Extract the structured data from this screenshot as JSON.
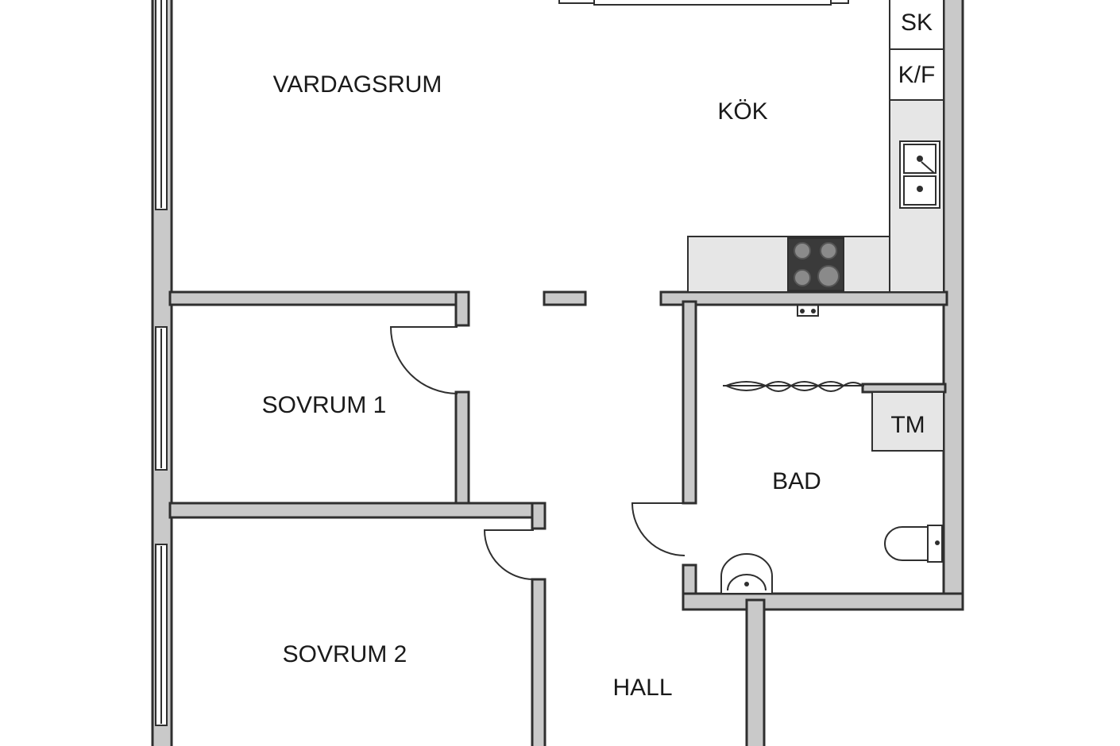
{
  "rooms": {
    "vardagsrum": "VARDAGSRUM",
    "kok": "KÖK",
    "sovrum1": "SOVRUM 1",
    "sovrum2": "SOVRUM 2",
    "bad": "BAD",
    "hall": "HALL"
  },
  "appliances": {
    "sk": "SK",
    "kf": "K/F",
    "tm": "TM"
  }
}
